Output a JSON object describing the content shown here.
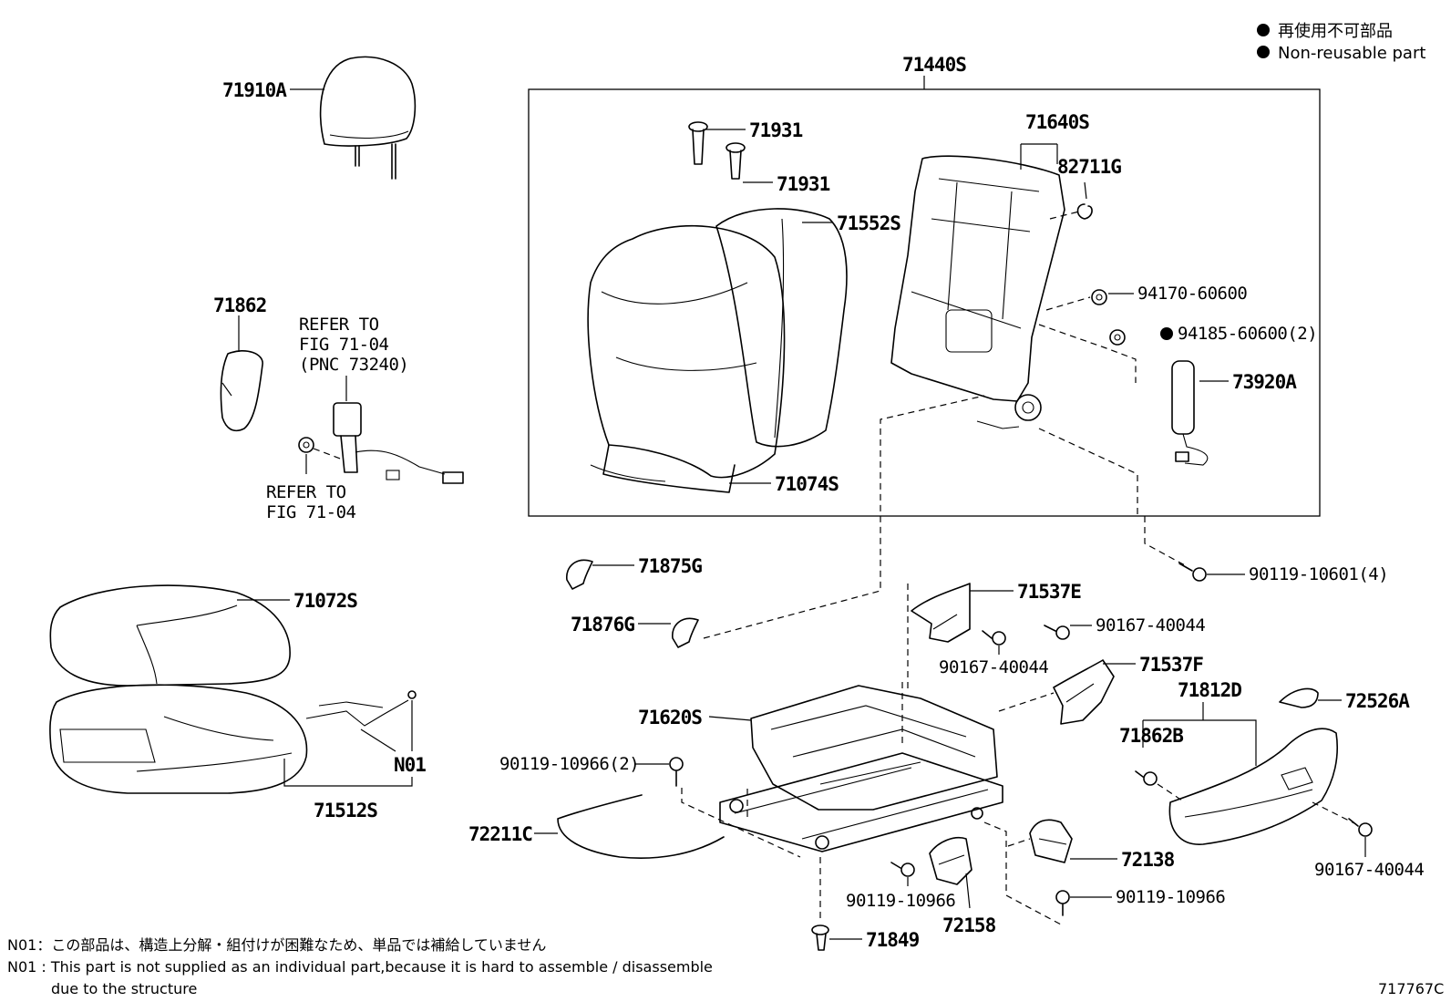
{
  "legend": {
    "jp": "再使用不可部品",
    "en": "Non-reusable part"
  },
  "labels": {
    "p71440S": "71440S",
    "p71910A": "71910A",
    "p71931a": "71931",
    "p71931b": "71931",
    "p71552S": "71552S",
    "p71640S": "71640S",
    "p82711G": "82711G",
    "p94170": "94170-60600",
    "p94185": "94185-60600(2)",
    "p73920A": "73920A",
    "p71074S": "71074S",
    "p71862": "71862",
    "p90119_10601": "90119-10601(4)",
    "p71875G": "71875G",
    "p71876G": "71876G",
    "p71537E": "71537E",
    "p90167_a": "90167-40044",
    "p90167_b": "90167-40044",
    "p71537F": "71537F",
    "p71072S": "71072S",
    "p71620S": "71620S",
    "p71812D": "71812D",
    "p72526A": "72526A",
    "p71862B": "71862B",
    "pN01": "N01",
    "p71512S": "71512S",
    "p90119_10966_2": "90119-10966(2)",
    "p72211C": "72211C",
    "p72138": "72138",
    "p90167_c": "90167-40044",
    "p90119_10966_a": "90119-10966",
    "p90119_10966_b": "90119-10966",
    "p72158": "72158",
    "p71849": "71849"
  },
  "refer": {
    "r1_line1": "REFER TO",
    "r1_line2": "FIG 71-04",
    "r1_line3": "(PNC 73240)",
    "r2_line1": "REFER TO",
    "r2_line2": "FIG 71-04"
  },
  "notes": {
    "jp": "N01：この部品は、構造上分解・組付けが困難なため、単品では補給していません",
    "en_line1": "N01 : This part is not supplied as an individual part,because it is hard to assemble / disassemble",
    "en_line2": "due to the structure"
  },
  "figure_code": "717767C"
}
